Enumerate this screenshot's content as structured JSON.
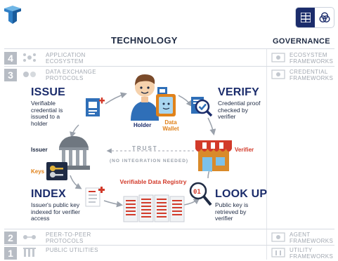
{
  "header": {
    "technology_heading": "TECHNOLOGY",
    "governance_heading": "GOVERNANCE",
    "logo_icon": "trust-over-ip-logo",
    "toggle": {
      "active": "grid-icon",
      "inactive": "venn-icon",
      "active_color": "#1b2c6b"
    }
  },
  "layers": {
    "l4": {
      "number": "4",
      "tech": "APPLICATION ECOSYSTEM",
      "gov": "ECOSYSTEM FRAMEWORKS"
    },
    "l3": {
      "number": "3",
      "tech": "DATA EXCHANGE PROTOCOLS",
      "gov": "CREDENTIAL FRAMEWORKS"
    },
    "l2": {
      "number": "2",
      "tech": "PEER-TO-PEER PROTOCOLS",
      "gov": "AGENT FRAMEWORKS"
    },
    "l1": {
      "number": "1",
      "tech": "PUBLIC UTILITIES",
      "gov": "UTILITY FRAMEWORKS"
    }
  },
  "diagram": {
    "issue": {
      "title": "ISSUE",
      "desc": "Verifiable credential is issued to a holder"
    },
    "verify": {
      "title": "VERIFY",
      "desc": "Credential proof checked by verifier"
    },
    "index": {
      "title": "INDEX",
      "desc": "Issuer's public key indexed for verifier access"
    },
    "lookup": {
      "title": "LOOK UP",
      "desc": "Public key is retrieved by verifier"
    },
    "holder_label": "Holder",
    "wallet_label": "Data Wallet",
    "issuer_label": "Issuer",
    "keys_label": "Keys",
    "verifier_label": "Verifier",
    "trust_label": "TRUST",
    "trust_sublabel": "(NO INTEGRATION NEEDED)",
    "registry_label": "Verifiable Data Registry"
  },
  "colors": {
    "navy": "#1b2c6b",
    "blue": "#2f6fb8",
    "orange": "#e0821b",
    "red": "#d23a2a",
    "gray": "#a2a8b1"
  }
}
